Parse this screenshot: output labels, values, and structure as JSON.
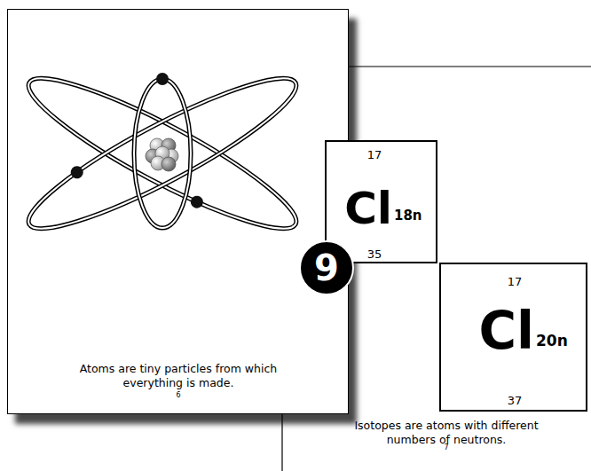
{
  "diagram": {
    "nodes": [
      {
        "text": [
          "Atoms are tiny particles from which everything is made.",
          "6"
        ]
      },
      {
        "text": [
          "17",
          "Cl",
          "18n",
          "35"
        ]
      },
      {
        "text": [
          "17",
          "Cl",
          "20n",
          "37"
        ]
      }
    ],
    "labels": [
      "9",
      "Isotopes are atoms with different numbers of neutrons.",
      "7"
    ]
  }
}
